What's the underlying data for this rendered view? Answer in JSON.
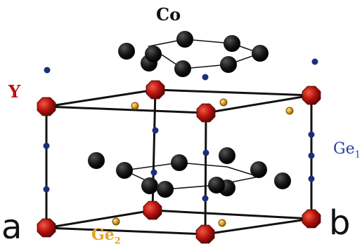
{
  "labels": {
    "co": "Co",
    "y": "Y",
    "ge1_base": "Ge",
    "ge1_sub": "1",
    "ge2_base": "Ge",
    "ge2_sub": "2",
    "axis_a": "a",
    "axis_b": "b"
  },
  "colors": {
    "co": "#111111",
    "y": "#b5120e",
    "ge1": "#1a2f7a",
    "ge2": "#d49418",
    "ge1_label": "#2b3fa0",
    "ge2_label": "#e6a323",
    "frame": "#111111"
  }
}
